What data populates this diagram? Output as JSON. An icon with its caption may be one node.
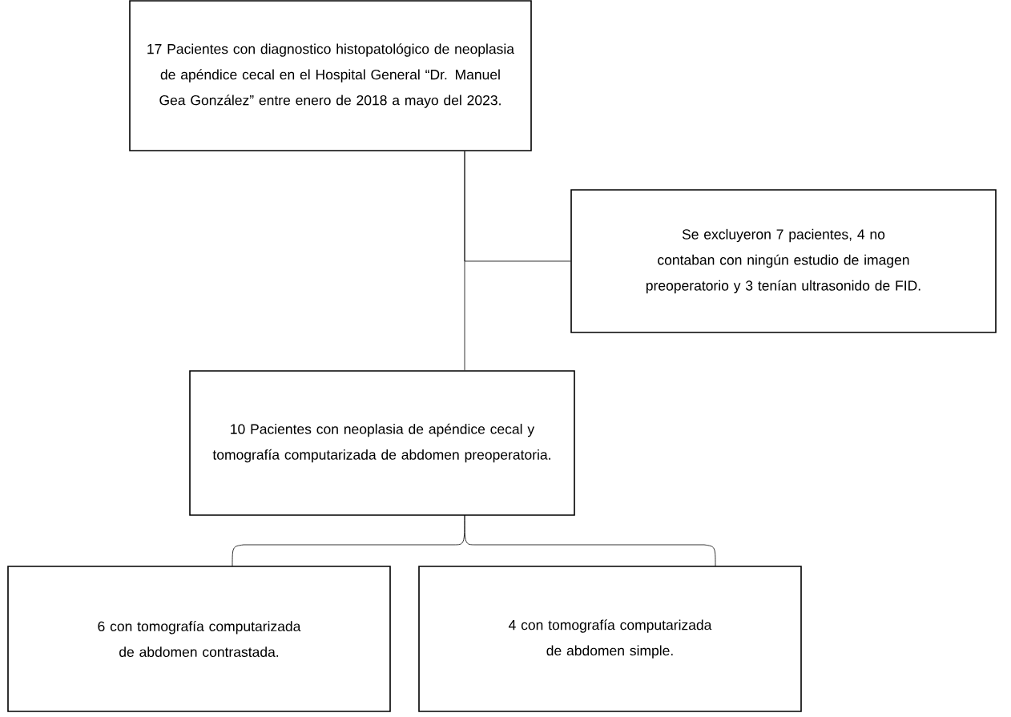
{
  "diagram": {
    "nodes": [
      {
        "text": [
          "17  Pacientes con diagnostico histopatológico de neoplasia de apéndice cecal en el Hospital General “Dr. Manuel Gea González” entre enero de 2018 a mayo del 2023."
        ]
      },
      {
        "text": [
          "Se excluyeron 7  pacientes, 4 no contaban con ningún estudio de imagen preoperatorio y 3 tenían ultrasonido de FID."
        ]
      },
      {
        "text": [
          "10  Pacientes con neoplasia de apéndice cecal y tomografía computarizada de abdomen preoperatoria."
        ]
      },
      {
        "text": [
          "6 con tomografía computarizada de abdomen contrastada."
        ]
      },
      {
        "text": [
          "4  con tomografía computarizada de abdomen simple."
        ]
      }
    ],
    "edges": [
      {
        "from": 0,
        "to": 2,
        "arrow": "none"
      },
      {
        "from": 0,
        "to": 1,
        "arrow": "none"
      },
      {
        "from": 2,
        "to": 3,
        "arrow": "none"
      },
      {
        "from": 2,
        "to": 4,
        "arrow": "none"
      }
    ]
  }
}
